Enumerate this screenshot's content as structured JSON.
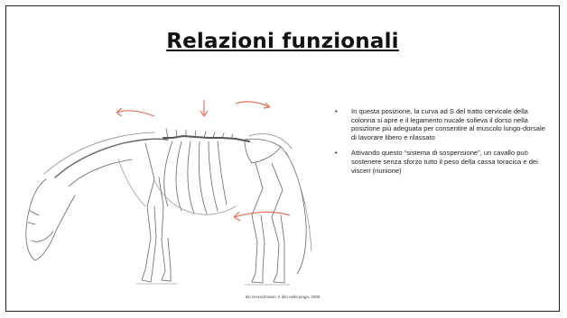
{
  "slide": {
    "title": "Relazioni funzionali",
    "bullets": [
      "In questa posizione, la curva ad S del tratto cervicale della colonna si apre e il legamento nucale solleva il dorso nella posizione più adeguata per consentire al muscolo lungo-dorsale di lavorare libero e rilassato",
      "Attivando questo “sistema di sospensione”, un cavallo può sostenere senza sforzo tutto il peso della cassa toracica e dei visceri (riunione)"
    ],
    "bullet_symbol": "•",
    "caption": "da: Heuschmann, Il dito nella piaga. 2008"
  },
  "figure": {
    "icon": "horse-skeleton-illustration",
    "arrow_color": "#e8735a",
    "line_color": "#555555"
  }
}
